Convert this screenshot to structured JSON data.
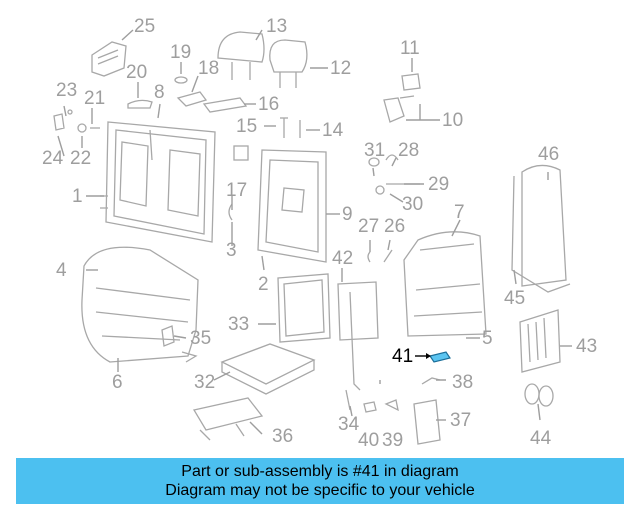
{
  "callouts": {
    "c1": "1",
    "c2": "2",
    "c3": "3",
    "c4": "4",
    "c5": "5",
    "c6": "6",
    "c7": "7",
    "c8": "8",
    "c9": "9",
    "c10": "10",
    "c11": "11",
    "c12": "12",
    "c13": "13",
    "c14": "14",
    "c15": "15",
    "c16": "16",
    "c17": "17",
    "c18": "18",
    "c19": "19",
    "c20": "20",
    "c21": "21",
    "c22": "22",
    "c23": "23",
    "c24": "24",
    "c25": "25",
    "c26": "26",
    "c27": "27",
    "c28": "28",
    "c29": "29",
    "c30": "30",
    "c31": "31",
    "c32": "32",
    "c33": "33",
    "c34": "34",
    "c35": "35",
    "c36": "36",
    "c37": "37",
    "c38": "38",
    "c39": "39",
    "c40": "40",
    "c41": "41",
    "c42": "42",
    "c43": "43",
    "c44": "44",
    "c45": "45",
    "c46": "46"
  },
  "highlight_color": "#000000",
  "highlight_part_color": "#5bc4f0",
  "banner": {
    "line1": "Part or sub-assembly is #41 in diagram",
    "line2": "Diagram may not be specific to your vehicle",
    "color": "#4cc0f0"
  }
}
